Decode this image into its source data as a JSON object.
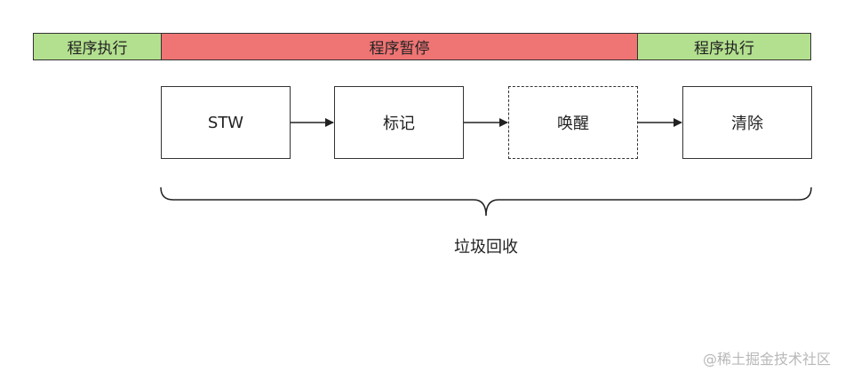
{
  "phases": {
    "run_left": "程序执行",
    "pause": "程序暂停",
    "run_right": "程序执行"
  },
  "steps": {
    "stw": "STW",
    "mark": "标记",
    "wake": "唤醒",
    "clean": "清除"
  },
  "gc_label": "垃圾回收",
  "watermark": "@稀土掘金技术社区",
  "colors": {
    "running": "#b3e08f",
    "paused": "#ef7474"
  }
}
